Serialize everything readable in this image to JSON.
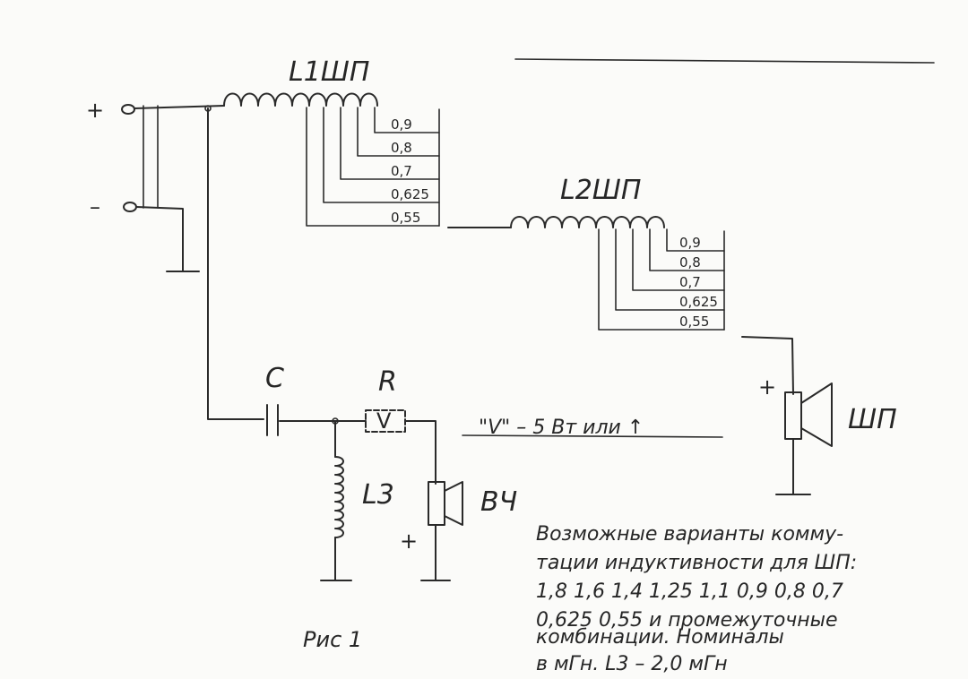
{
  "labels": {
    "l1": "L1ШП",
    "l2": "L2ШП",
    "l3": "L3",
    "c": "C",
    "r": "R",
    "r_mark": "V",
    "r_note": "\"V\" – 5 Вт или ↑",
    "tweeter": "ВЧ",
    "woofer": "ШП",
    "plus": "+",
    "minus": "–",
    "fig": "Рис 1"
  },
  "taps_l1": [
    "0,9",
    "0,8",
    "0,7",
    "0,625",
    "0,55"
  ],
  "taps_l2": [
    "0,9",
    "0,8",
    "0,7",
    "0,625",
    "0,55"
  ],
  "note_lines": [
    "Возможные варианты комму-",
    "тации индуктивности для ШП:",
    "1,8  1,6  1,4  1,25  1,1  0,9  0,8  0,7",
    "0,625  0,55  и промежуточные",
    "комбинации. Номиналы",
    "в мГн.  L3 – 2,0 мГн"
  ]
}
